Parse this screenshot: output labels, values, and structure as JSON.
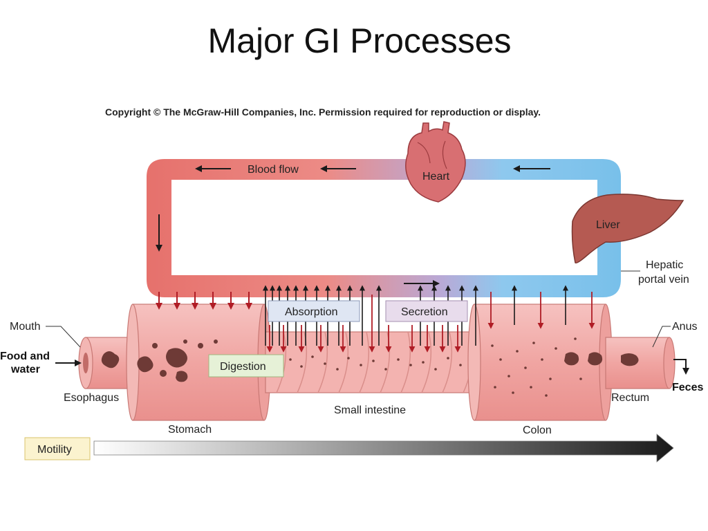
{
  "slide": {
    "title": "Major GI Processes",
    "copyright": "Copyright © The McGraw-Hill Companies, Inc. Permission required for reproduction or display."
  },
  "organs": {
    "heart": "Heart",
    "liver": "Liver",
    "hepatic_line1": "Hepatic",
    "hepatic_line2": "portal vein",
    "blood_flow": "Blood flow"
  },
  "gi_tract": {
    "mouth": "Mouth",
    "food_line1": "Food and",
    "food_line2": "water",
    "esophagus": "Esophagus",
    "stomach": "Stomach",
    "small_intestine": "Small intestine",
    "colon": "Colon",
    "rectum": "Rectum",
    "anus": "Anus",
    "feces": "Feces"
  },
  "processes": {
    "absorption": "Absorption",
    "secretion": "Secretion",
    "digestion": "Digestion",
    "motility": "Motility"
  },
  "colors": {
    "artery": "#e67c78",
    "vein": "#7ec4ea",
    "tissue": "#f2a9a6",
    "arrow_red": "#b01c25",
    "arrow_dark": "#1a1a1a"
  }
}
